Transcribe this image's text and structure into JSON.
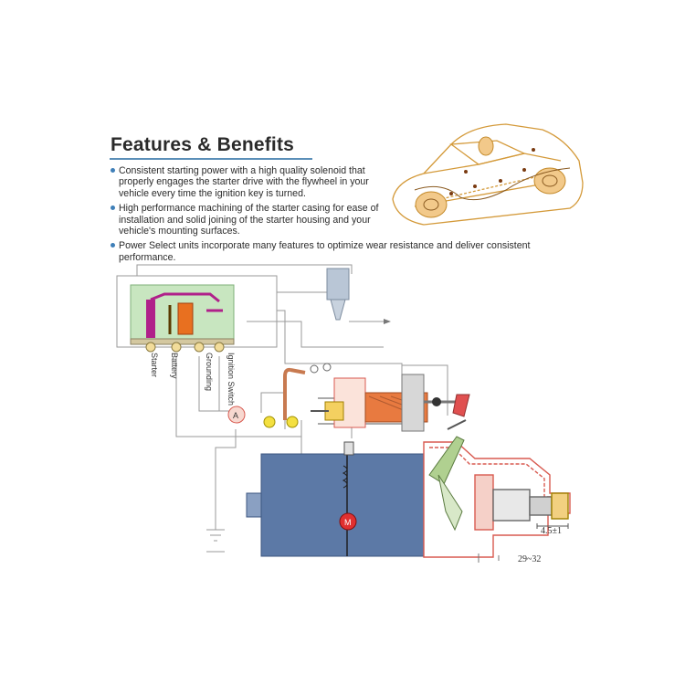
{
  "title": "Features & Benefits",
  "bullets": [
    "Consistent starting power with a high quality solenoid that properly engages the starter drive with the flywheel in your vehicle every time the ignition key is turned.",
    "High performance machining of the starter casing for ease of installation and solid joining of the starter housing and your vehicle's mounting surfaces.",
    "Power Select units incorporate many features to optimize wear resistance and deliver consistent performance."
  ],
  "diagram": {
    "terminal_labels": [
      "Starter",
      "Battery",
      "Grounding",
      "Ignition Switch"
    ],
    "ammeter_label": "A",
    "motor_label": "M",
    "dimension_gap": "4.5±1",
    "dimension_range": "29~32"
  },
  "colors": {
    "title_rule": "#5b8fb8",
    "bullet": "#3f7fb8",
    "motor_body": "#5c79a6",
    "housing_fill": "#f0b0a8",
    "housing_stroke": "#d85a50",
    "relay_box": "#c8e6c0",
    "relay_coil": "#e87020",
    "relay_contacts": "#b0208a",
    "car_outline": "#d49a3a"
  },
  "icons": [
    "car-cutaway-icon"
  ]
}
